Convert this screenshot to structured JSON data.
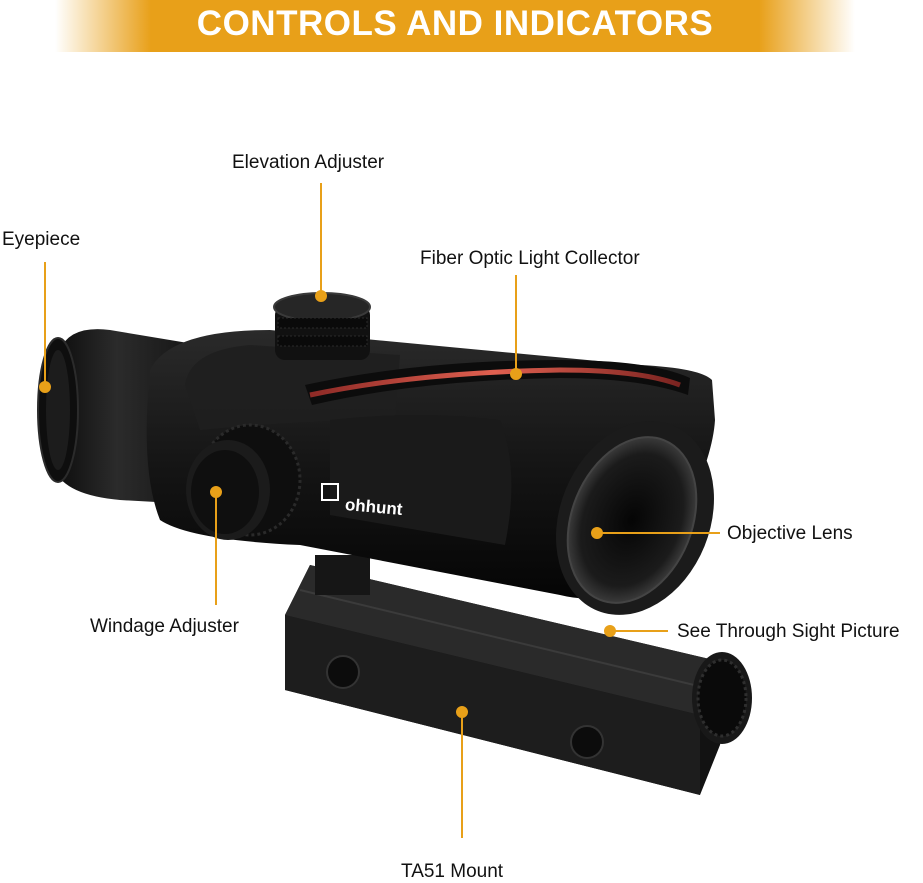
{
  "banner": {
    "title": "CONTROLS AND INDICATORS",
    "color": "#e8a019"
  },
  "callouts": {
    "elevation": "Elevation Adjuster",
    "eyepiece": "Eyepiece",
    "fiber": "Fiber Optic Light Collector",
    "objective": "Objective Lens",
    "windage": "Windage Adjuster",
    "see_through": "See Through Sight Picture",
    "mount": "TA51 Mount"
  },
  "product": {
    "brand": "ohhunt"
  },
  "colors": {
    "leader": "#e8a019",
    "body": "#141414",
    "fiber": "#c0392b"
  }
}
